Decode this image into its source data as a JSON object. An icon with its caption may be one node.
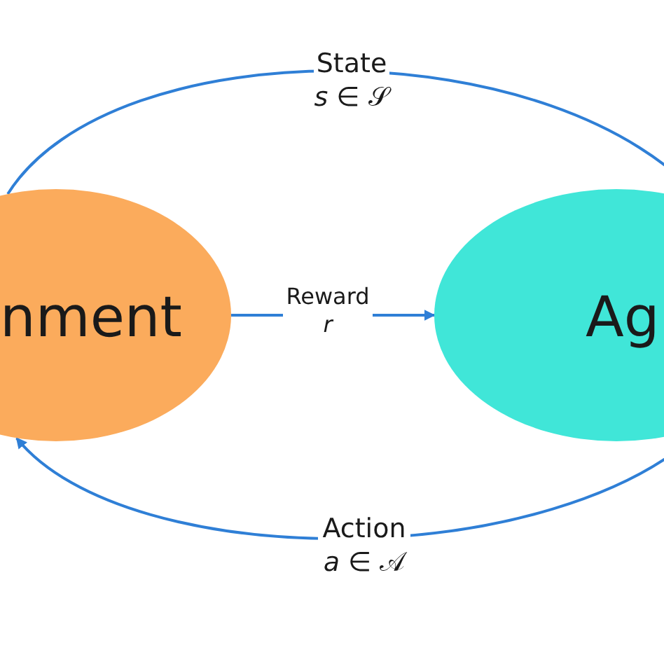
{
  "diagram": {
    "nodes": [
      {
        "text": [
          "nment"
        ]
      },
      {
        "text": [
          "Ag"
        ]
      }
    ],
    "edges": [
      {
        "from": 0,
        "to": 1,
        "arrow": "none",
        "label": "State *s* ∈ 𝒮"
      },
      {
        "from": 0,
        "to": 1,
        "arrow": "to",
        "label": "Reward *r*"
      },
      {
        "from": 1,
        "to": 0,
        "arrow": "to",
        "label": "Action *a* ∈ 𝒜"
      }
    ]
  }
}
